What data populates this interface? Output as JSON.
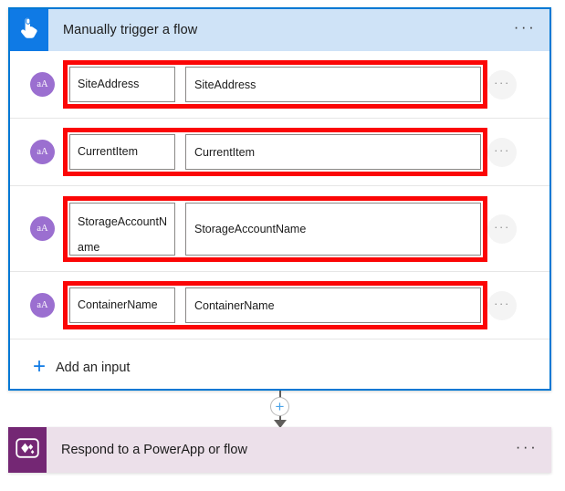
{
  "trigger_card": {
    "icon": "tap-hand-icon",
    "title": "Manually trigger a flow",
    "menu_label": "···",
    "accent_color": "#0078d4",
    "header_bg": "#cfe3f7",
    "icon_bg": "#0f7ae5",
    "inputs": [
      {
        "badge": "aA",
        "name": "SiteAddress",
        "value": "SiteAddress",
        "menu_label": "···",
        "highlighted": true
      },
      {
        "badge": "aA",
        "name": "CurrentItem",
        "value": "CurrentItem",
        "menu_label": "···",
        "highlighted": true
      },
      {
        "badge": "aA",
        "name": "StorageAccountName",
        "value": "StorageAccountName",
        "menu_label": "···",
        "highlighted": true
      },
      {
        "badge": "aA",
        "name": "ContainerName",
        "value": "ContainerName",
        "menu_label": "···",
        "highlighted": true
      }
    ],
    "add_input": {
      "plus": "+",
      "label": "Add an input"
    }
  },
  "connector": {
    "plus": "+"
  },
  "respond_card": {
    "icon": "powerapps-icon",
    "title": "Respond to a PowerApp or flow",
    "menu_label": "···",
    "icon_bg": "#742774",
    "body_bg": "#ece0ea"
  },
  "highlight_color": "#fb0606"
}
